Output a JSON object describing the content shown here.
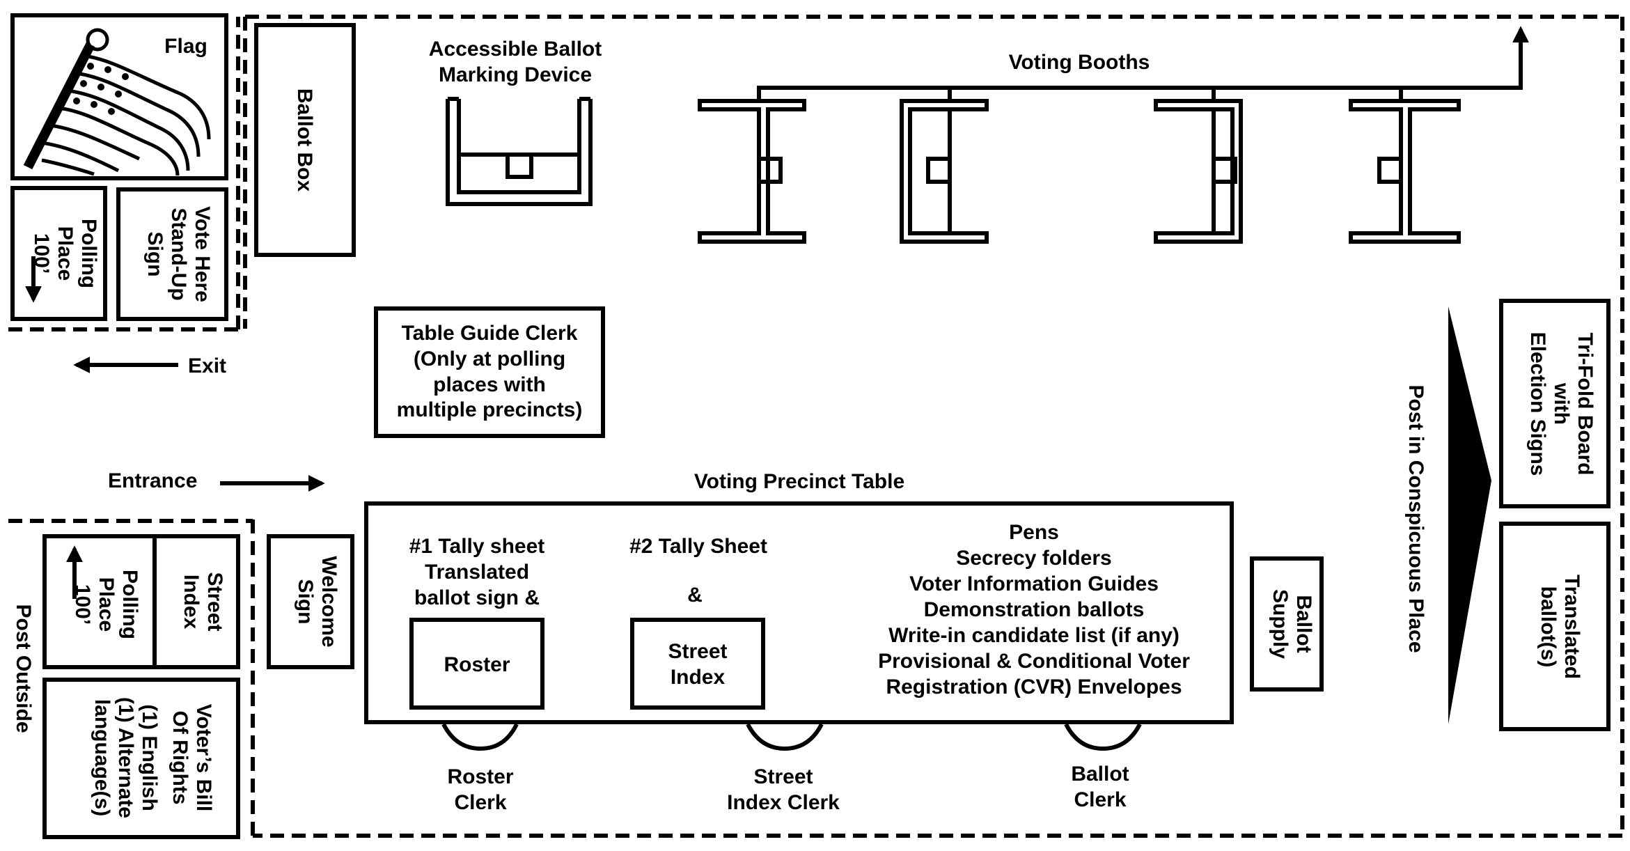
{
  "flag": {
    "label": "Flag"
  },
  "polling_place_sign": {
    "lines": [
      "Polling",
      "Place",
      "100’"
    ]
  },
  "vote_here_sign": {
    "lines": [
      "Vote Here",
      "Stand-Up",
      "Sign"
    ]
  },
  "exit_label": "Exit",
  "entrance_label": "Entrance",
  "ballot_box": {
    "label": "Ballot Box"
  },
  "accessible_device": {
    "lines": [
      "Accessible Ballot",
      "Marking Device"
    ]
  },
  "voting_booths": {
    "label": "Voting Booths",
    "count": 4
  },
  "table_guide_clerk": {
    "lines": [
      "Table Guide Clerk",
      "(Only at polling",
      "places with",
      "multiple precincts)"
    ]
  },
  "voting_precinct_table": {
    "title": "Voting Precinct Table",
    "tally1": {
      "lines": [
        "#1 Tally sheet",
        "Translated",
        "ballot sign &"
      ]
    },
    "tally2": {
      "label": "#2 Tally Sheet"
    },
    "ampersand": "&",
    "roster": {
      "label": "Roster"
    },
    "street_index": {
      "lines": [
        "Street",
        "Index"
      ]
    },
    "supplies": [
      "Pens",
      "Secrecy folders",
      "Voter Information Guides",
      "Demonstration ballots",
      "Write-in candidate list (if any)",
      "Provisional & Conditional Voter",
      "Registration (CVR) Envelopes"
    ]
  },
  "clerks": {
    "roster": [
      "Roster",
      "Clerk"
    ],
    "street_index": [
      "Street",
      "Index Clerk"
    ],
    "ballot": [
      "Ballot",
      "Clerk"
    ]
  },
  "welcome_sign": {
    "lines": [
      "Welcome",
      "Sign"
    ]
  },
  "ballot_supply": {
    "lines": [
      "Ballot",
      "Supply"
    ]
  },
  "post_conspicuous": "Post in Conspicuous Place",
  "trifold_board": {
    "lines": [
      "Tri-Fold Board",
      "with",
      "Election Signs"
    ]
  },
  "translated_ballots": {
    "lines": [
      "Translated",
      "ballot(s)"
    ]
  },
  "post_outside": {
    "label": "Post Outside",
    "street_index": [
      "Street",
      "Index"
    ],
    "polling_place": [
      "Polling",
      "Place",
      "100’"
    ],
    "bill_of_rights": [
      "Voter’s Bill",
      "Of Rights",
      "(1) English",
      "(1) Alternate",
      "language(s)"
    ]
  }
}
